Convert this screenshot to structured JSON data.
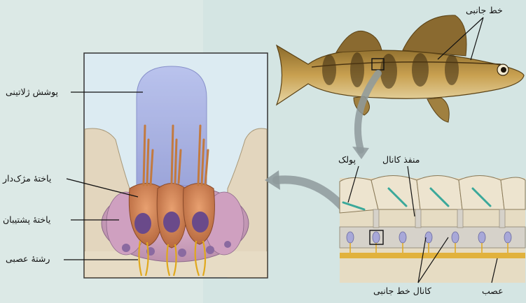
{
  "labels": {
    "gelatinous_cover": "پوشش ژلاتینی",
    "hair_cell": "یاختهٔ مژک‌دار",
    "supporting_cell": "یاختهٔ پشتیبان",
    "nerve_fiber": "رشتهٔ عصبی",
    "lateral_line": "خط جانبی",
    "scale": "پولک",
    "canal_opening": "منفذ کانال",
    "lateral_line_canal": "کانال خط جانبی",
    "nerve": "عصب"
  },
  "colors": {
    "cupula": "#aab4e6",
    "hair_cell": "#d08a5a",
    "supporting_cell": "#c79ab8",
    "nucleus": "#6a4a8a",
    "nerve_fiber": "#e0a81c",
    "fish_body": "#b8903c",
    "canal_tissue": "#e8dcc4"
  }
}
